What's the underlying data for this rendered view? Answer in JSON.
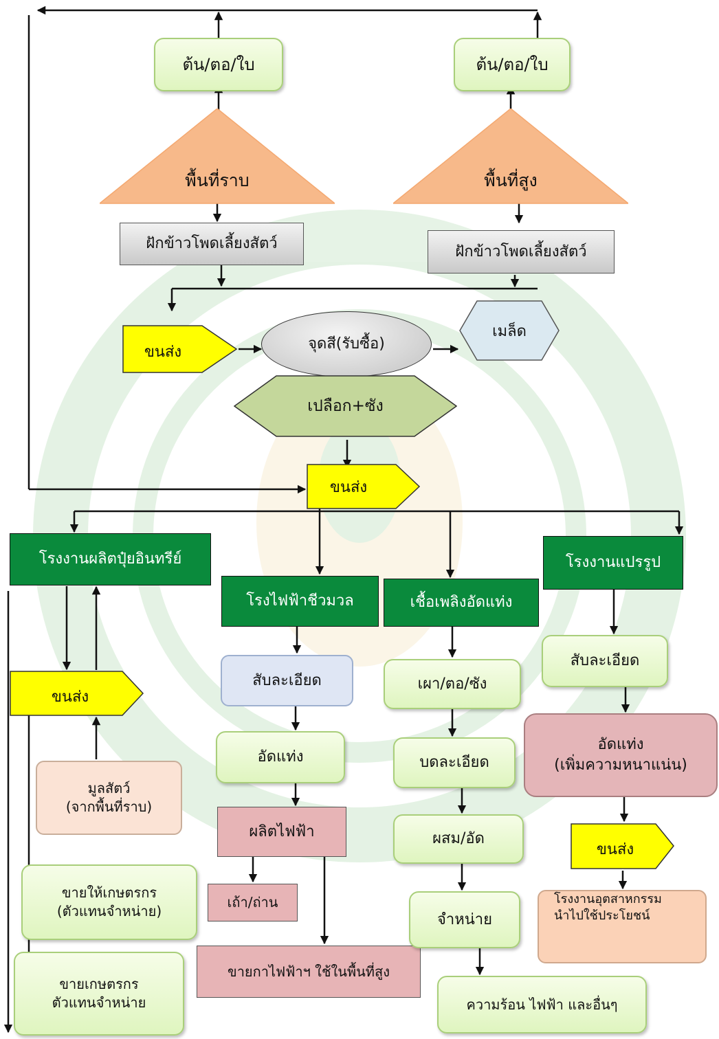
{
  "nodes": {
    "stem_leaf_left": "ต้น/ตอ/ใบ",
    "stem_leaf_right": "ต้น/ตอ/ใบ",
    "lowland": "พื้นที่ราบ",
    "highland": "พื้นที่สูง",
    "cob_left": "ฝักข้าวโพดเลี้ยงสัตว์",
    "cob_right": "ฝักข้าวโพดเลี้ยงสัตว์",
    "transport_1": "ขนส่ง",
    "collection_point": "จุดสี(รับซื้อ)",
    "seed": "เมล็ด",
    "husk_cob": "เปลือก+ซัง",
    "transport_2": "ขนส่ง",
    "fertilizer_plant": "โรงงานผลิตปุ๋ยอินทรีย์",
    "biomass_power": "โรงไฟฟ้าชีวมวล",
    "fuel_briquette": "เชื้อเพลิงอัดแท่ง",
    "processing_plant": "โรงงานแปรรูป",
    "transport_3": "ขนส่ง",
    "chop_fine_power": "สับละเอียด",
    "burn": "เผา/ตอ/ซัง",
    "chop_fine_process": "สับละเอียด",
    "compress_power": "อัดแท่ง",
    "grind_fine": "บดละเอียด",
    "compress_density_1": "อัดแท่ง",
    "compress_density_2": "(เพิ่มความหนาแน่น)",
    "manure_1": "มูลสัตว์",
    "manure_2": "(จากพื้นที่ราบ)",
    "generate_power": "ผลิตไฟฟ้า",
    "mix_press": "ผสม/อัด",
    "transport_4": "ขนส่ง",
    "sell_farmer_1": "ขายให้เกษตรกร",
    "sell_farmer_2": "(ตัวแทนจำหน่าย)",
    "ash": "เถ้า/ถ่าน",
    "distribute": "จำหน่าย",
    "industry_1": "โรงงานอุตสาหกรรม",
    "industry_2": "นำไปใช้ประโยชน์",
    "sell_power": "ขายกาไฟฟ้าฯ ใช้ในพื้นที่สูง",
    "sell_farmer_b1": "ขายเกษตรกร",
    "sell_farmer_b2": "ตัวแทนจำหน่าย",
    "heat_power": "ความร้อน ไฟฟ้า และอื่นๆ"
  },
  "colors": {
    "dark_green": "#0a8a3c",
    "yellow": "#ffff00",
    "salmon": "#f7b98a",
    "olive": "#c4d79b",
    "light_blue": "#dbe9f1",
    "pink": "#e7b4b6"
  },
  "icons": [
    "arrow-head"
  ]
}
